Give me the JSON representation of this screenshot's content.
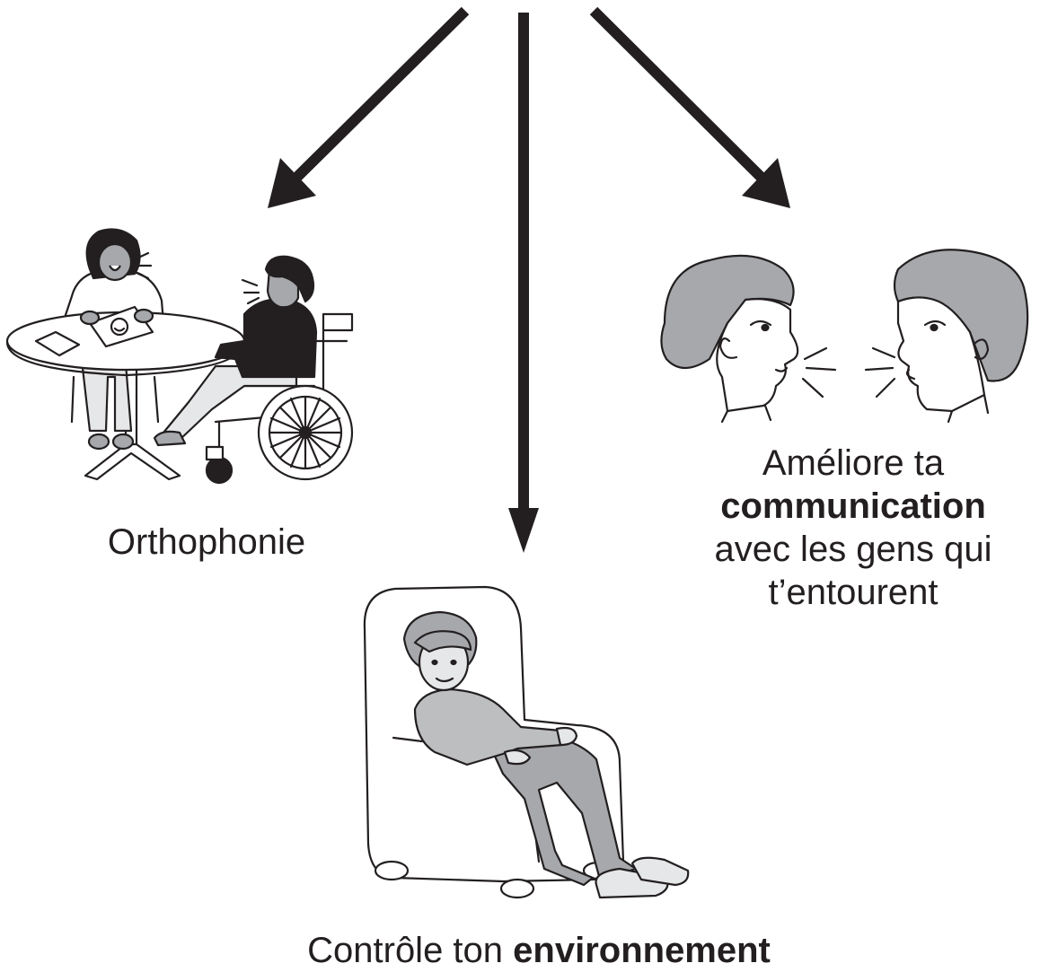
{
  "captions": {
    "orthophonie": "Orthophonie",
    "communication": {
      "line1": "Améliore ta",
      "line2_bold": "communication",
      "line3": "avec les gens qui",
      "line4": "t’entourent"
    },
    "environnement": {
      "prefix": "Contrôle ton ",
      "bold": "environnement"
    }
  },
  "colors": {
    "ink": "#231f20",
    "hair_grey": "#a6a8ab",
    "skin_grey": "#e6e7e8",
    "sweater_grey": "#bcbec0",
    "dark_cloth": "#231f20"
  },
  "icons": [
    "arrow-down-left-icon",
    "arrow-down-icon",
    "arrow-down-right-icon",
    "speech-therapy-scene-icon",
    "two-faces-talking-icon",
    "person-in-armchair-icon"
  ]
}
